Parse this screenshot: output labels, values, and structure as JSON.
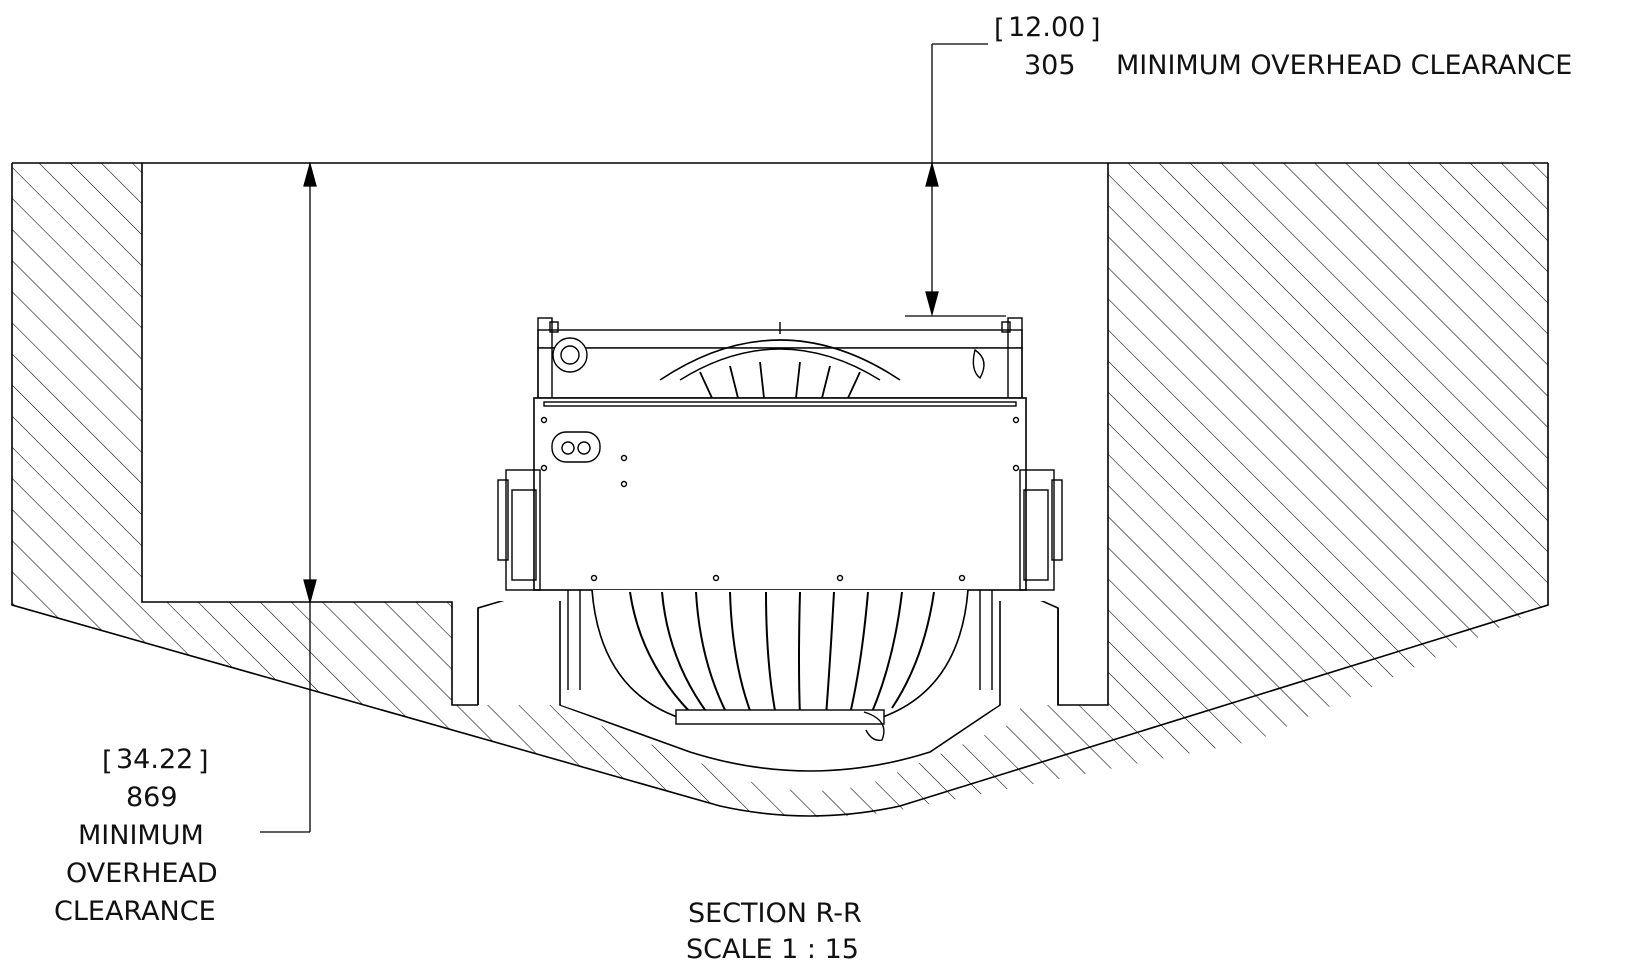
{
  "drawing": {
    "top_dimension": {
      "inches": "12.00",
      "millimeters": "305",
      "note": "MINIMUM OVERHEAD CLEARANCE"
    },
    "left_dimension": {
      "inches": "34.22",
      "millimeters": "869",
      "note_line1": "MINIMUM",
      "note_line2": "OVERHEAD",
      "note_line3": "CLEARANCE"
    },
    "section": {
      "title": "SECTION R-R",
      "scale": "SCALE 1 : 15"
    }
  },
  "colors": {
    "line": "#000000",
    "hatch": "#000000",
    "background": "#ffffff"
  }
}
